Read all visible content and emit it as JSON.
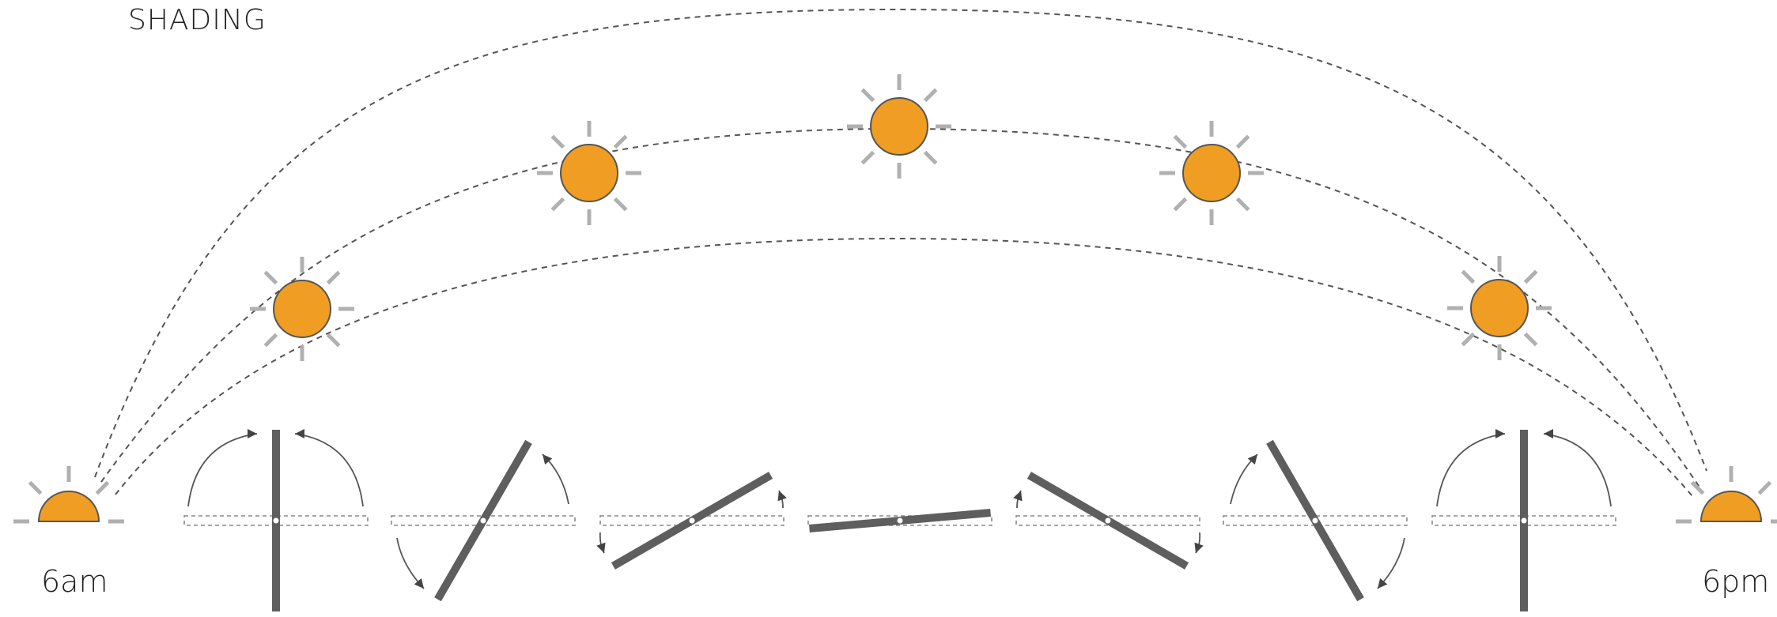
{
  "diagram": {
    "title": "SHADING",
    "start_label": "6am",
    "end_label": "6pm",
    "sun_color": "#f09d23",
    "blade_color": "#5e5e5e",
    "sun_path_count": 3,
    "louver_angles_deg": [
      90,
      60,
      30,
      5,
      -30,
      -60,
      -90
    ]
  }
}
